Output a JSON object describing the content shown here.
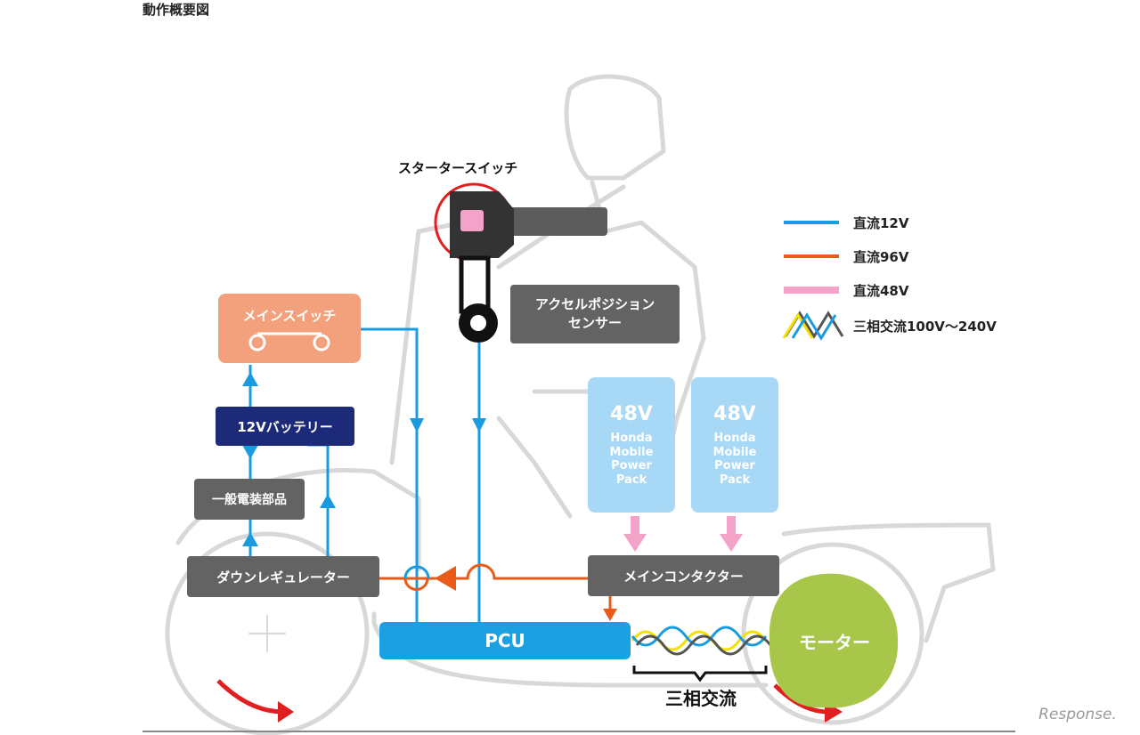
{
  "header": {
    "title": "動作概要図"
  },
  "labels": {
    "starter_switch": "スタータースイッチ",
    "main_switch": "メインスイッチ",
    "battery_12v": "12Vバッテリー",
    "general_parts": "一般電装部品",
    "down_regulator": "ダウンレギュレーター",
    "accel_sensor_line1": "アクセルポジション",
    "accel_sensor_line2": "センサー",
    "main_contactor": "メインコンタクター",
    "pcu": "PCU",
    "motor": "モーター",
    "three_phase": "三相交流",
    "watermark": "Response."
  },
  "packs": [
    {
      "voltage": "48V",
      "line1": "Honda",
      "line2": "Mobile",
      "line3": "Power",
      "line4": "Pack"
    },
    {
      "voltage": "48V",
      "line1": "Honda",
      "line2": "Mobile",
      "line3": "Power",
      "line4": "Pack"
    }
  ],
  "legend": [
    {
      "label": "直流12V",
      "color": "#1a9be0"
    },
    {
      "label": "直流96V",
      "color": "#ea5b1a"
    },
    {
      "label": "直流48V",
      "color": "#f4a3c8"
    },
    {
      "label": "三相交流100V～240V",
      "colors": [
        "#f5e100",
        "#1a9be0",
        "#555555"
      ]
    }
  ],
  "colors": {
    "dc12v": "#1a9be0",
    "dc96v": "#ea5b1a",
    "dc48v": "#f4a3c8",
    "main_switch": "#f3a07c",
    "battery": "#1d2a7a",
    "gray_box": "#636363",
    "pcu": "#1ba1e2",
    "motor": "#a7c64a",
    "pack": "#a7d8f5",
    "red": "#e02020"
  }
}
